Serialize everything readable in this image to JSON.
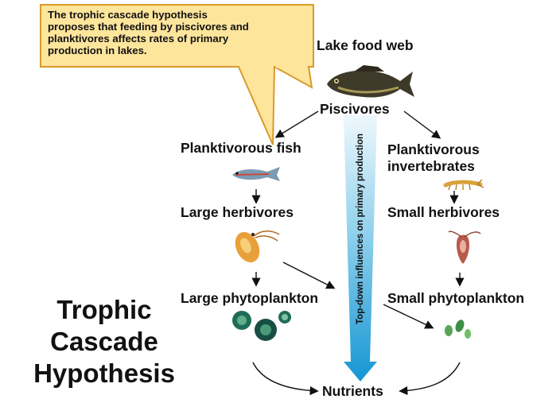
{
  "callout": {
    "text": "The trophic cascade hypothesis\nproposes that feeding by piscivores and\nplanktivores affects rates of primary\nproduction in lakes.",
    "fill": "#fde59c",
    "border": "#d99a2b"
  },
  "diagram": {
    "header": "Lake food web",
    "nodes": {
      "piscivores": "Piscivores",
      "planktivorous_fish": "Planktivorous fish",
      "planktivorous_invertebrates": "Planktivorous\ninvertebrates",
      "large_herbivores": "Large herbivores",
      "small_herbivores": "Small herbivores",
      "large_phytoplankton": "Large phytoplankton",
      "small_phytoplankton": "Small phytoplankton",
      "nutrients": "Nutrients"
    },
    "central_arrow_label": "Top-down influences on primary production",
    "central_arrow_colors": [
      "#e9f6fb",
      "#1e9fd6"
    ]
  },
  "title": "Trophic\nCascade\nHypothesis"
}
